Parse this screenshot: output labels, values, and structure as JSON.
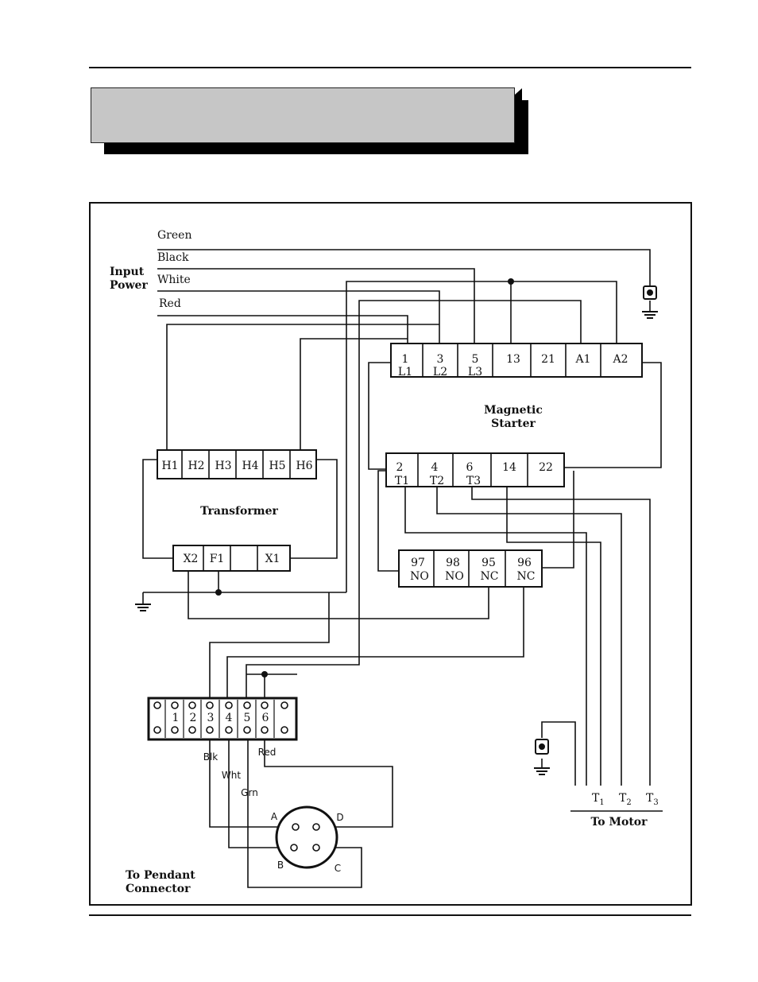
{
  "input_power": {
    "title": [
      "Input",
      "Power"
    ],
    "wires": [
      "Green",
      "Black",
      "White",
      "Red"
    ]
  },
  "magnetic_starter": {
    "title": [
      "Magnetic",
      "Starter"
    ],
    "line_terminals": [
      [
        "1",
        "L1"
      ],
      [
        "3",
        "L2"
      ],
      [
        "5",
        "L3"
      ],
      [
        "13",
        ""
      ],
      [
        "21",
        ""
      ],
      [
        "A1",
        ""
      ],
      [
        "A2",
        ""
      ]
    ],
    "load_terminals": [
      [
        "2",
        "T1"
      ],
      [
        "4",
        "T2"
      ],
      [
        "6",
        "T3"
      ],
      [
        "14",
        ""
      ],
      [
        "22",
        ""
      ]
    ]
  },
  "transformer": {
    "title": "Transformer",
    "primary": [
      "H1",
      "H2",
      "H3",
      "H4",
      "H5",
      "H6"
    ],
    "secondary": [
      "X2",
      "F1",
      "",
      "X1"
    ]
  },
  "overload_block": [
    [
      "97",
      "NO"
    ],
    [
      "98",
      "NO"
    ],
    [
      "95",
      "NC"
    ],
    [
      "96",
      "NC"
    ]
  ],
  "terminal_strip": [
    "",
    "1",
    "2",
    "3",
    "4",
    "5",
    "6",
    ""
  ],
  "pendant_wires": [
    "Blk",
    "Wht",
    "Grn",
    "Red"
  ],
  "pendant_pins": [
    "A",
    "D",
    "B",
    "C"
  ],
  "pendant_title": [
    "To Pendant",
    "Connector"
  ],
  "motor_leads": [
    "T",
    "T",
    "T"
  ],
  "motor_subscripts": [
    "1",
    "2",
    "3"
  ],
  "motor_title": "To Motor"
}
